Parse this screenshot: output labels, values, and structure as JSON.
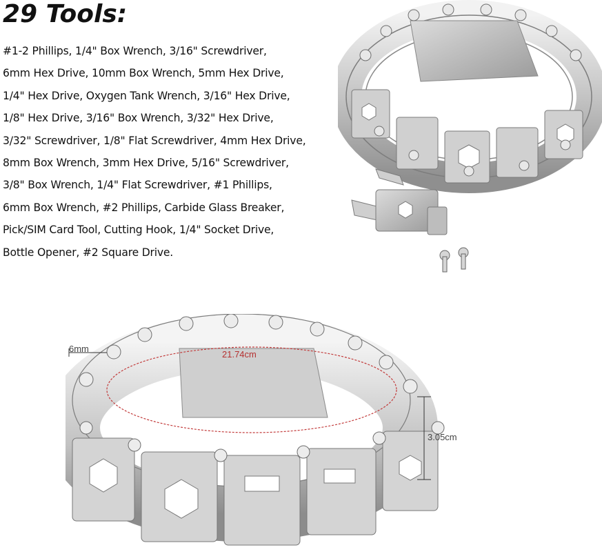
{
  "heading": "29 Tools:",
  "tool_lines": [
    "#1-2 Phillips, 1/4\" Box Wrench, 3/16\" Screwdriver,",
    "6mm Hex Drive, 10mm Box Wrench, 5mm Hex Drive,",
    "1/4\" Hex Drive, Oxygen Tank Wrench, 3/16\" Hex Drive,",
    "1/8\" Hex Drive, 3/16\" Box Wrench, 3/32\" Hex Drive,",
    "3/32\" Screwdriver, 1/8\" Flat Screwdriver, 4mm Hex Drive,",
    "8mm Box Wrench, 3mm Hex Drive, 5/16\" Screwdriver,",
    "3/8\" Box Wrench, 1/4\" Flat Screwdriver, #1 Phillips,",
    "6mm Box Wrench, #2 Phillips, Carbide Glass Breaker,",
    "Pick/SIM Card Tool, Cutting Hook, 1/4\" Socket Drive,",
    "Bottle Opener, #2 Square Drive."
  ],
  "dimensions": {
    "width_label": "6mm",
    "circumference_label": "21.74cm",
    "height_label": "3.05cm"
  },
  "colors": {
    "steel_light": "#e6e6e6",
    "steel_mid": "#b9b9b9",
    "steel_dark": "#8a8a8a",
    "measure_line": "#c23a3a"
  }
}
